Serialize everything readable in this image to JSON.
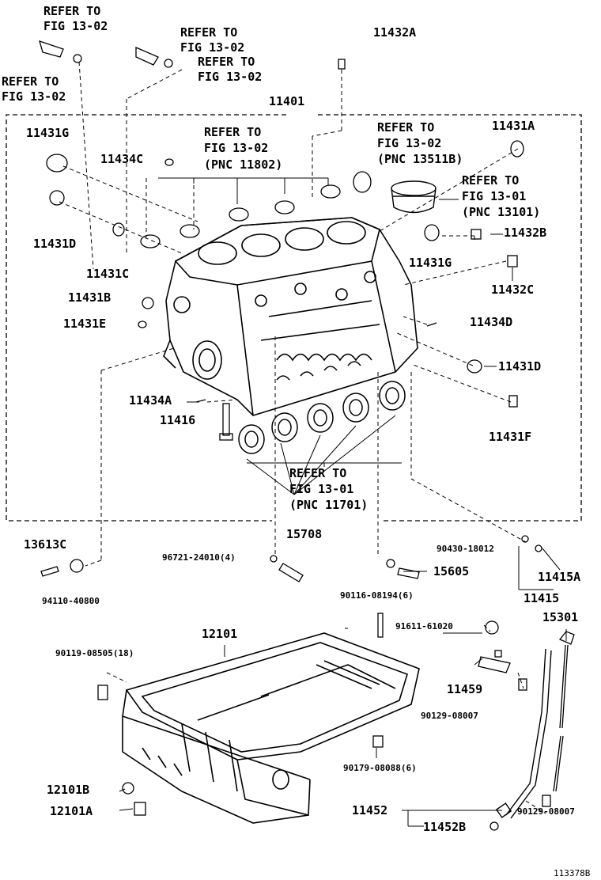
{
  "labels": {
    "refer_fig1302_a1": "REFER TO",
    "refer_fig1302_a2": "FIG 13-02",
    "refer_fig1302_b1": "REFER TO",
    "refer_fig1302_b2": "FIG 13-02",
    "refer_fig1302_c1": "REFER TO",
    "refer_fig1302_c2": "FIG 13-02",
    "refer_fig1302_d1": "REFER TO",
    "refer_fig1302_d2": "FIG 13-02",
    "p11432A": "11432A",
    "p11401": "11401",
    "p11431G_top": "11431G",
    "refer_11802_1": "REFER TO",
    "refer_11802_2": "FIG 13-02",
    "refer_11802_3": "(PNC 11802)",
    "refer_13511B_1": "REFER TO",
    "refer_13511B_2": "FIG 13-02",
    "refer_13511B_3": "(PNC 13511B)",
    "p11431A": "11431A",
    "p11434C": "11434C",
    "refer_13101_1": "REFER TO",
    "refer_13101_2": "FIG 13-01",
    "refer_13101_3": "(PNC 13101)",
    "p11432B": "11432B",
    "p11431D_left": "11431D",
    "p11431G_right": "11431G",
    "p11431C": "11431C",
    "p11432C": "11432C",
    "p11431B": "11431B",
    "p11431E": "11431E",
    "p11434D": "11434D",
    "p11431D_right": "11431D",
    "p11434A": "11434A",
    "p11416": "11416",
    "p11431F": "11431F",
    "refer_11701_1": "REFER TO",
    "refer_11701_2": "FIG 13-01",
    "refer_11701_3": "(PNC 11701)",
    "p13613C": "13613C",
    "p15708": "15708",
    "p96721": "96721-24010(4)",
    "p90430": "90430-18012",
    "p15605": "15605",
    "p11415A": "11415A",
    "p11415": "11415",
    "p94110": "94110-40800",
    "p90116": "90116-08194(6)",
    "p15301": "15301",
    "p12101": "12101",
    "p91611": "91611-61020",
    "p90119": "90119-08505(18)",
    "p11459": "11459",
    "p90129_a": "90129-08007",
    "p90179": "90179-08088(6)",
    "p12101B": "12101B",
    "p12101A": "12101A",
    "p11452": "11452",
    "p11452B": "11452B",
    "p90129_b": "90129-08007",
    "figure_id": "113378B"
  }
}
